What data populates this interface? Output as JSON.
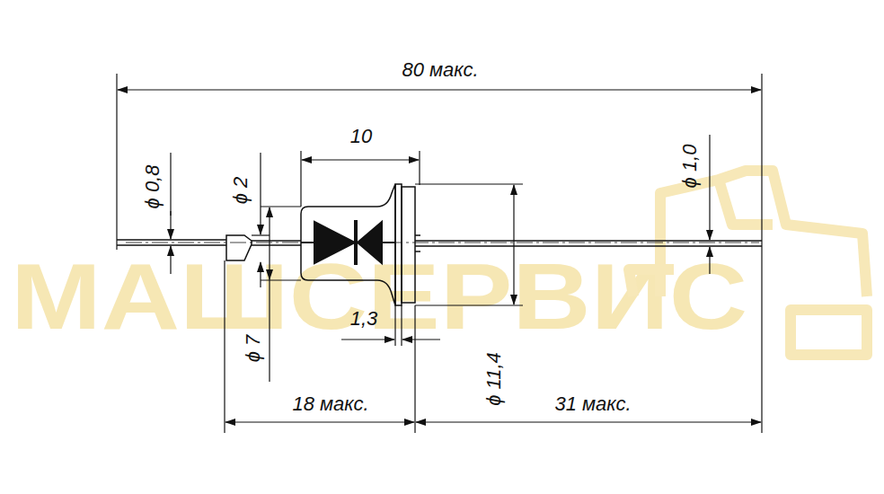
{
  "diagram": {
    "labels": [
      "80 макс.",
      "10",
      "ϕ 0,8",
      "ϕ 2",
      "ϕ 1,0",
      "1,3",
      "ϕ 7",
      "ϕ 11,4",
      "18 макс.",
      "31 макс.",
      "МАШСЕРВИС"
    ]
  }
}
